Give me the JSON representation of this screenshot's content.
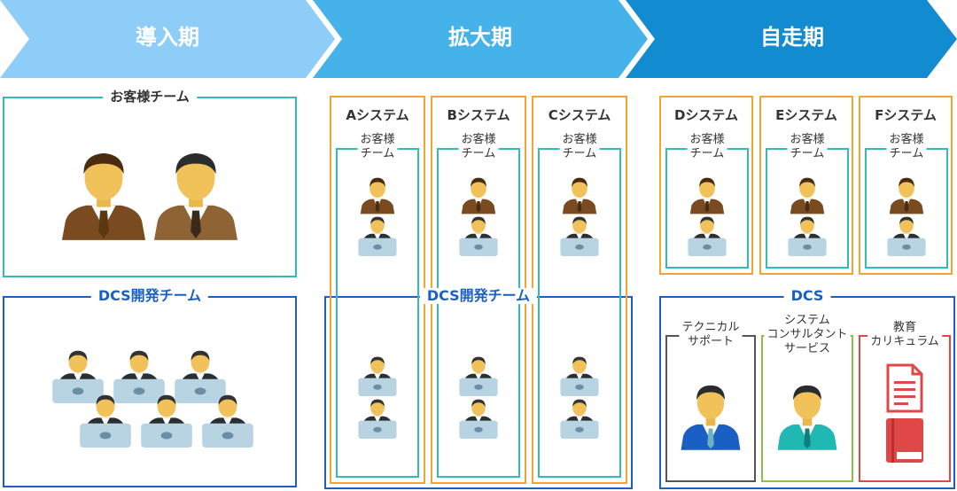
{
  "phases": [
    {
      "label": "導入期",
      "color": "#8fcdf9"
    },
    {
      "label": "拡大期",
      "color": "#45b2ea"
    },
    {
      "label": "自走期",
      "color": "#128bd0"
    }
  ],
  "intro": {
    "customer_team": "お客様チーム",
    "dcs_team": "DCS開発チーム"
  },
  "expansion": {
    "systems": [
      "Aシステム",
      "Bシステム",
      "Cシステム"
    ],
    "customer_team": "お客様\nチーム",
    "dcs_team": "DCS開発チーム"
  },
  "selfrun": {
    "systems": [
      "Dシステム",
      "Eシステム",
      "Fシステム"
    ],
    "customer_team": "お客様\nチーム",
    "dcs": "DCS",
    "services": [
      "テクニカル\nサポート",
      "システム\nコンサルタント\nサービス",
      "教育\nカリキュラム"
    ]
  },
  "colors": {
    "teal": "#33bbb8",
    "orange": "#f3a530",
    "blue": "#1a5fc4",
    "gray": "#555555",
    "green": "#8cc04c",
    "red": "#e04848"
  },
  "icons": [
    "businessman-icon",
    "developer-laptop-icon",
    "document-icon",
    "book-icon"
  ]
}
